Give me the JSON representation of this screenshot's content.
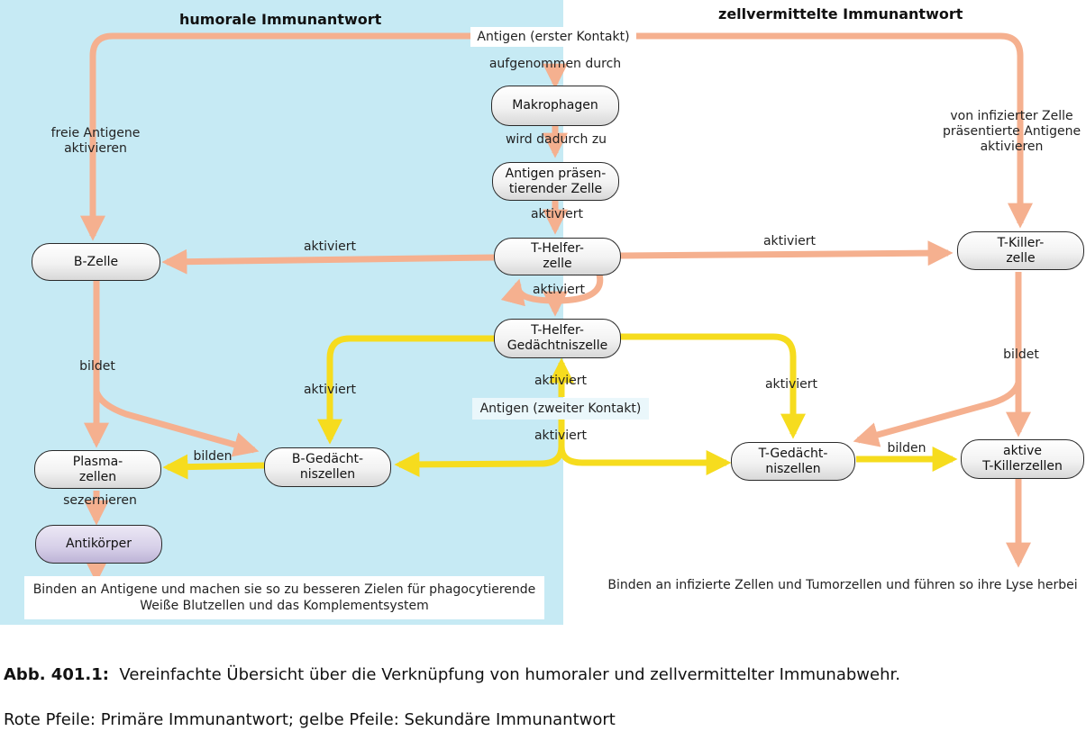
{
  "titles": {
    "left": "humorale Immunantwort",
    "right": "zellvermittelte Immunantwort"
  },
  "nodes": {
    "antigen_first": "Antigen (erster Kontakt)",
    "makrophagen": "Makrophagen",
    "apc": "Antigen präsen-\ntierender Zelle",
    "t_helfer": "T-Helfer-\nzelle",
    "b_zelle": "B-Zelle",
    "t_killer": "T-Killer-\nzelle",
    "t_helfer_gedaechtnis": "T-Helfer-\nGedächtniszelle",
    "antigen_second": "Antigen (zweiter Kontakt)",
    "plasmazellen": "Plasma-\nzellen",
    "b_gedaechtnis": "B-Gedächt-\nniszellen",
    "t_gedaechtnis": "T-Gedächt-\nniszellen",
    "aktive_t_killer": "aktive\nT-Killerzellen",
    "antikoerper": "Antikörper"
  },
  "edge_labels": {
    "aufgenommen": "aufgenommen durch",
    "wird_dadurch": "wird dadurch zu",
    "aktiviert_apc": "aktiviert",
    "aktiviert_b": "aktiviert",
    "aktiviert_k": "aktiviert",
    "aktiviert_loop": "aktiviert",
    "freie_antigene": "freie Antigene\naktivieren",
    "infizierte_zelle": "von infizierter Zelle\npräsentierte Antigene\naktivieren",
    "bildet_left": "bildet",
    "bildet_right": "bildet",
    "aktiviert_y_left": "aktiviert",
    "aktiviert_y_right": "aktiviert",
    "aktiviert_y_mid": "aktiviert",
    "aktiviert_y_low": "aktiviert",
    "bilden_left": "bilden",
    "bilden_right": "bilden",
    "sezernieren": "sezernieren"
  },
  "outcomes": {
    "left": "Binden an Antigene und machen sie so zu besseren Zielen für phagocytierende\nWeiße Blutzellen und das Komplementsystem",
    "right": "Binden an infizierte Zellen und Tumorzellen und führen so ihre Lyse herbei"
  },
  "caption": {
    "figure": "Abb. 401.1:",
    "line1": "Vereinfachte Übersicht über die Verknüpfung von humoraler und zellvermittelter Immunabwehr.",
    "line2": "Rote Pfeile: Primäre Immunantwort; gelbe Pfeile: Sekundäre Immunantwort"
  },
  "colors": {
    "humoral_background": "#c6eaf4",
    "primary_arrow": "#f5b08f",
    "secondary_arrow": "#f6dc1e",
    "antibody_node": "#d6cfe8"
  }
}
